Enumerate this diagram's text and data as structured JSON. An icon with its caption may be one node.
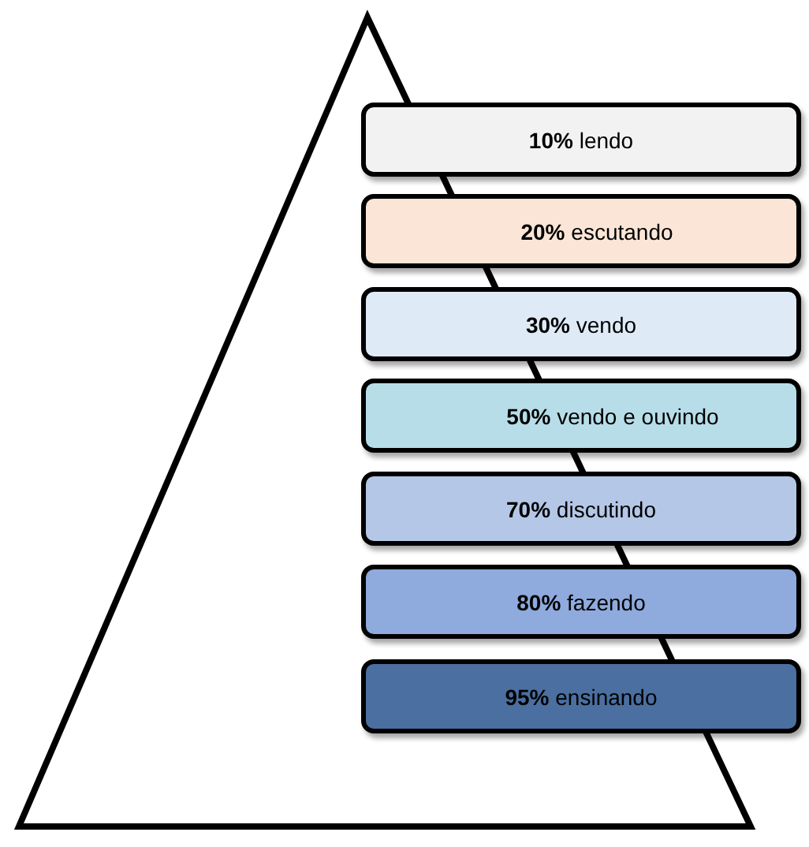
{
  "diagram": {
    "nodes": [
      {
        "text": [
          "**10%** lendo"
        ]
      },
      {
        "text": [
          "**20%** escutando"
        ]
      },
      {
        "text": [
          "**30%** vendo"
        ]
      },
      {
        "text": [
          "**50%** vendo e ouvindo"
        ]
      },
      {
        "text": [
          "**70%** discutindo"
        ]
      },
      {
        "text": [
          "**80%** fazendo"
        ]
      },
      {
        "text": [
          "**95%** ensinando"
        ]
      }
    ]
  }
}
